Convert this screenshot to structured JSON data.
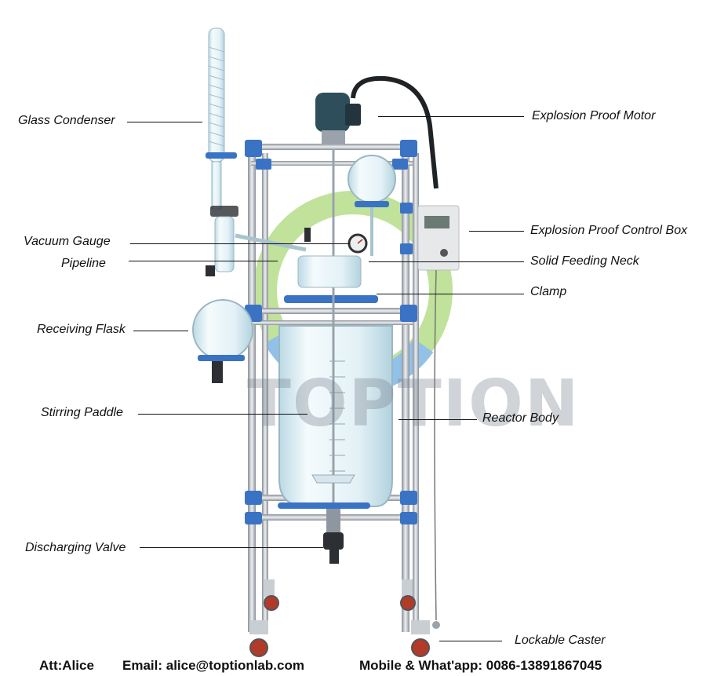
{
  "labels": {
    "glass_condenser": "Glass Condenser",
    "explosion_proof_motor": "Explosion Proof Motor",
    "vacuum_gauge": "Vacuum Gauge",
    "explosion_proof_control_box": "Explosion Proof Control Box",
    "pipeline": "Pipeline",
    "solid_feeding_neck": "Solid Feeding Neck",
    "clamp": "Clamp",
    "receiving_flask": "Receiving Flask",
    "stirring_paddle": "Stirring Paddle",
    "reactor_body": "Reactor Body",
    "discharging_valve": "Discharging Valve",
    "lockable_caster": "Lockable Caster"
  },
  "watermark": "TOPTION",
  "footer": {
    "att": "Att:Alice",
    "email": "Email: alice@toptionlab.com",
    "mobile": "Mobile & What'app: 0086-13891867045"
  },
  "colors": {
    "frame": "#b9bfc6",
    "clamp_blue": "#3a73c4",
    "glass": "#cfe6ef",
    "motor": "#2e4e5c",
    "control_box": "#e6e8ea",
    "wheel_red": "#b23a2a",
    "logo_green": "#8ecb4a",
    "logo_blue": "#3a8fd6"
  }
}
